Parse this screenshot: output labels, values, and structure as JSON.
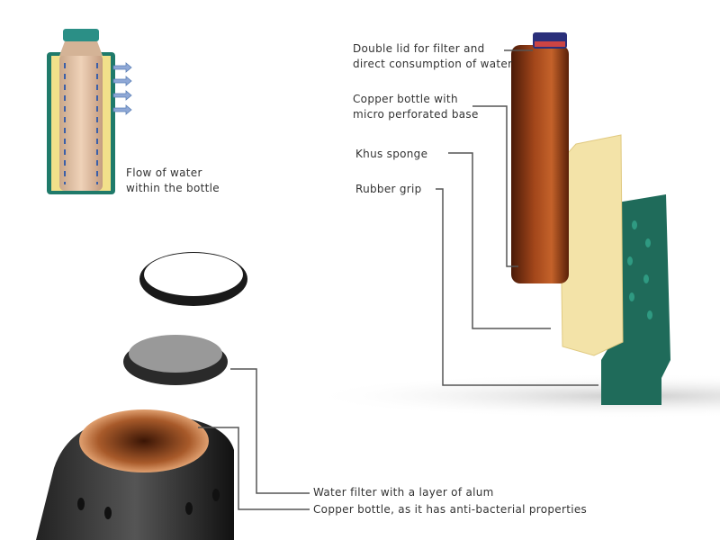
{
  "labels": {
    "flow": [
      "Flow of water",
      "within the bottle"
    ],
    "lid": [
      "Double lid for filter and",
      "direct consumption of water"
    ],
    "copper_bottle": [
      "Copper bottle with",
      "micro perforated base"
    ],
    "khus": "Khus sponge",
    "grip": "Rubber grip",
    "water_filter": "Water filter with a layer of alum",
    "copper_anti": "Copper bottle, as it has anti-bacterial properties"
  },
  "colors": {
    "copper": "#8a3a12",
    "grip": "#1f6b5a",
    "sponge": "#f3e3a8",
    "line": "#555555",
    "arrow": "#5a7fb5"
  }
}
